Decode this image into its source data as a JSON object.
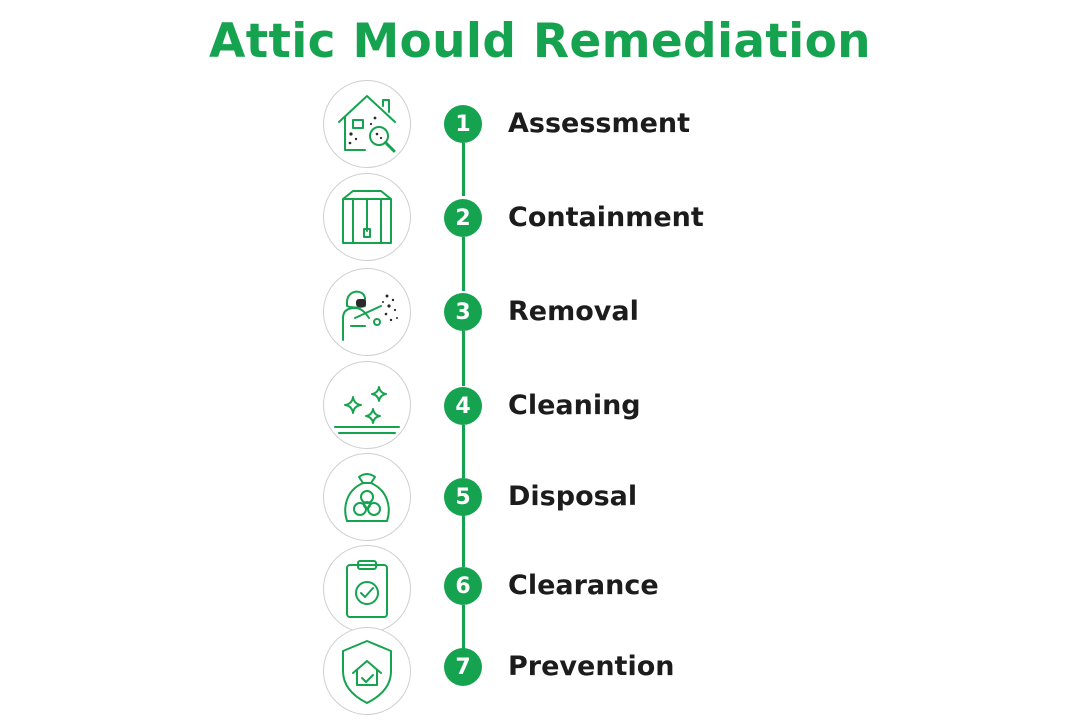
{
  "title": "Attic Mould Remediation",
  "colors": {
    "accent": "#16a350",
    "text": "#1c1c1c",
    "circle_border": "#cfcfcf",
    "dark_spores": "#2a2a2a"
  },
  "steps": [
    {
      "number": "1",
      "label": "Assessment",
      "icon": "house-magnifier-icon"
    },
    {
      "number": "2",
      "label": "Containment",
      "icon": "containment-enclosure-icon"
    },
    {
      "number": "3",
      "label": "Removal",
      "icon": "hazmat-worker-icon"
    },
    {
      "number": "4",
      "label": "Cleaning",
      "icon": "sparkles-icon"
    },
    {
      "number": "5",
      "label": "Disposal",
      "icon": "biohazard-bag-icon"
    },
    {
      "number": "6",
      "label": "Clearance",
      "icon": "clipboard-check-icon"
    },
    {
      "number": "7",
      "label": "Prevention",
      "icon": "shield-house-icon"
    }
  ]
}
